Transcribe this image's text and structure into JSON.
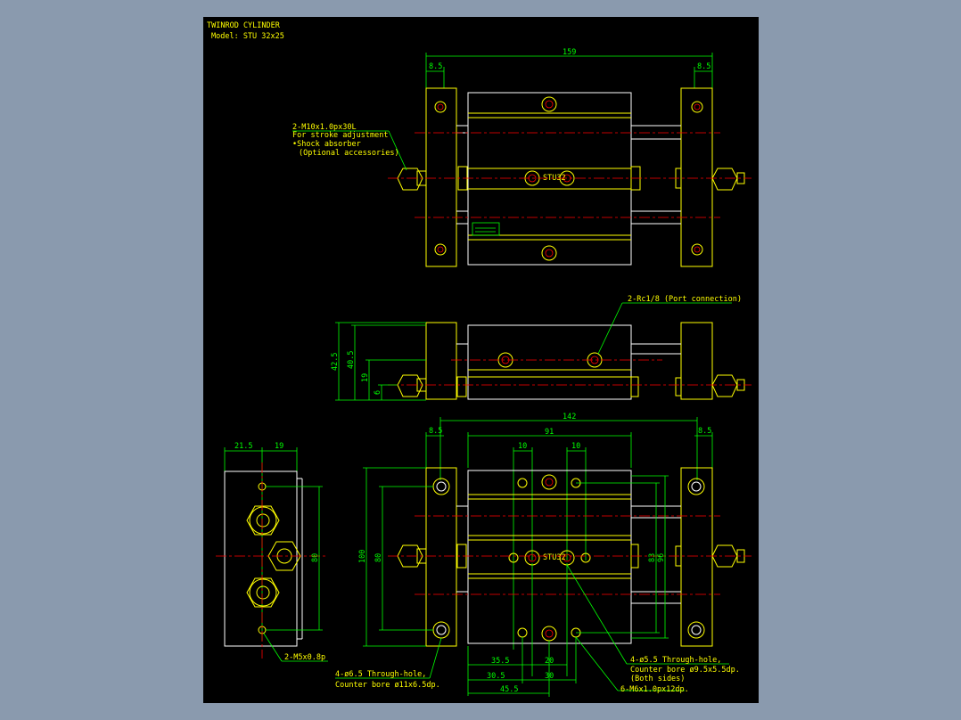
{
  "title": {
    "line1": "TWINROD CYLINDER",
    "line2": "Model: STU 32x25"
  },
  "colors": {
    "background": "#8a9aae",
    "sheet": "#000000",
    "outline": "#ffff00",
    "dimension": "#00ff00",
    "centerline": "#ff0000",
    "detail": "#ffffff"
  },
  "top_view": {
    "dims": {
      "overall": "159",
      "left_plate": "8.5",
      "right_plate": "8.5"
    },
    "notes": {
      "adjust_line1": "2-M10x1.0px30L",
      "adjust_line2": "For stroke adjustment",
      "adjust_line3": "•Shock absorber",
      "adjust_line4": "(Optional accessories)"
    },
    "marking": "STU32"
  },
  "side_view": {
    "dims": {
      "h1": "42.5",
      "h2": "40.5",
      "h3": "19",
      "h4": "6"
    },
    "notes": {
      "port": "2-Rc1/8 (Port connection)"
    }
  },
  "bottom_view": {
    "dims": {
      "overall": "142",
      "left_plate": "8.5",
      "right_plate": "8.5",
      "body": "91",
      "hole_left": "10",
      "hole_right": "10",
      "h100": "100",
      "h80": "80",
      "h83": "83",
      "h96": "96",
      "b35_5": "35.5",
      "b20": "20",
      "b30_5": "30.5",
      "b30": "30",
      "b45_5": "45.5"
    },
    "notes": {
      "through_left_1": "4-ø6.5 Through-hole,",
      "through_left_2": "Counter bore ø11x6.5dp.",
      "through_right_1": "4-ø5.5 Through-hole,",
      "through_right_2": "Counter bore ø9.5x5.5dp.",
      "through_right_3": "(Both sides)",
      "thread": "6-M6x1.0px12dp."
    },
    "marking": "STU32"
  },
  "end_view": {
    "dims": {
      "w1": "21.5",
      "w2": "19",
      "h80": "80"
    },
    "notes": {
      "thread": "2-M5x0.8p"
    }
  }
}
